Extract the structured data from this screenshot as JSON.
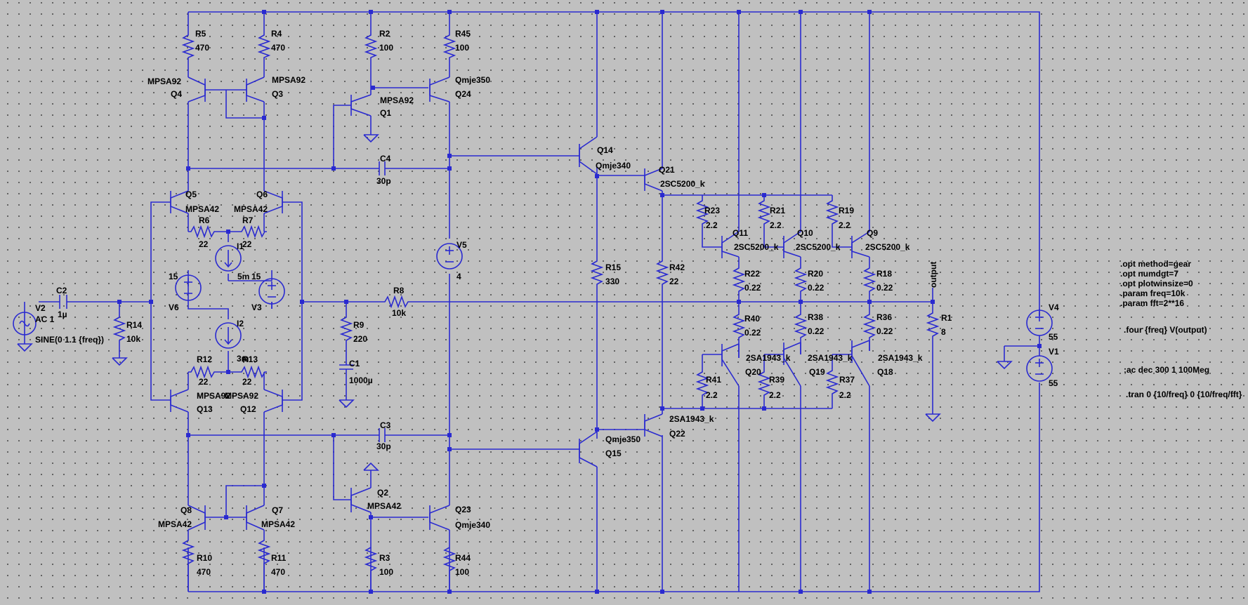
{
  "labels": {
    "R5": "R5",
    "R5_v": "470",
    "R4": "R4",
    "R4_v": "470",
    "R2": "R2",
    "R2_v": "100",
    "R45": "R45",
    "R45_v": "100",
    "Q4_t": "MPSA92",
    "Q4": "Q4",
    "Q3_t": "MPSA92",
    "Q3": "Q3",
    "Q1_t": "MPSA92",
    "Q1": "Q1",
    "Q24_t": "Qmje350",
    "Q24": "Q24",
    "C4": "C4",
    "C4_v": "30p",
    "Q14": "Q14",
    "Q14_t": "Qmje340",
    "Q21": "Q21",
    "Q21_t": "2SC5200_k",
    "Q5": "Q5",
    "Q5_t": "MPSA42",
    "Q6": "Q6",
    "Q6_t": "MPSA42",
    "R6": "R6",
    "R6_v": "22",
    "R7": "R7",
    "R7_v": "22",
    "I1": "I1",
    "I1_v": "5m",
    "V6_v": "15",
    "V6": "V6",
    "V3_v": "15",
    "V3": "V3",
    "V5": "V5",
    "V5_v": "4",
    "R23": "R23",
    "R23_v": "2.2",
    "R21": "R21",
    "R21_v": "2.2",
    "R19": "R19",
    "R19_v": "2.2",
    "Q11": "Q11",
    "Q11_t": "2SC5200_k",
    "Q10": "Q10",
    "Q10_t": "2SC5200_k",
    "Q9": "Q9",
    "Q9_t": "2SC5200_k",
    "R15": "R15",
    "R15_v": "330",
    "R42": "R42",
    "R42_v": "22",
    "R22": "R22",
    "R22_v": "0.22",
    "R20": "R20",
    "R20_v": "0.22",
    "R18": "R18",
    "R18_v": "0.22",
    "output": "output",
    "C2": "C2",
    "C2_v": "1µ",
    "V2": "V2",
    "V2_ac": "AC 1",
    "V2_sine": "SINE(0 1.1 {freq})",
    "R14": "R14",
    "R14_v": "10k",
    "R8": "R8",
    "R8_v": "10k",
    "R9": "R9",
    "R9_v": "220",
    "C1": "C1",
    "C1_v": "1000µ",
    "R1": "R1",
    "R1_v": "8",
    "R40": "R40",
    "R40_v": "0.22",
    "R38": "R38",
    "R38_v": "0.22",
    "R36": "R36",
    "R36_v": "0.22",
    "I2": "I2",
    "I2_v": "3m",
    "R12": "R12",
    "R12_v": "22",
    "R13": "R13",
    "R13_v": "22",
    "Q13_t": "MPSA92",
    "Q13": "Q13",
    "Q12_t": "MPSA92",
    "Q12": "Q12",
    "Q20": "Q20",
    "Q20_t": "2SA1943_k",
    "Q19": "Q19",
    "Q19_t": "2SA1943_k",
    "Q18": "Q18",
    "Q18_t": "2SA1943_k",
    "R41": "R41",
    "R41_v": "2.2",
    "R39": "R39",
    "R39_v": "2.2",
    "R37": "R37",
    "R37_v": "2.2",
    "Q22": "Q22",
    "Q22_t": "2SA1943_k",
    "C3": "C3",
    "C3_v": "30p",
    "Q15": "Q15",
    "Q15_t": "Qmje350",
    "Q2": "Q2",
    "Q2_t": "MPSA42",
    "Q23": "Q23",
    "Q23_t": "Qmje340",
    "Q8": "Q8",
    "Q8_t": "MPSA42",
    "Q7": "Q7",
    "Q7_t": "MPSA42",
    "R10": "R10",
    "R10_v": "470",
    "R11": "R11",
    "R11_v": "470",
    "R3": "R3",
    "R3_v": "100",
    "R44": "R44",
    "R44_v": "100",
    "V4": "V4",
    "V4_v": "55",
    "V1": "V1",
    "V1_v": "55"
  },
  "directives": {
    "method": ".opt method=gear",
    "numdgt": ".opt numdgt=7",
    "plotwinsize": ".opt plotwinsize=0",
    "param_freq": ".param freq=10k",
    "param_fft": ".param fft=2**16",
    "four": ".four {freq} V(output)",
    "ac": ";ac dec 300 1 100Meg",
    "tran": ".tran 0 {10/freq} 0 {10/freq/fft}"
  }
}
